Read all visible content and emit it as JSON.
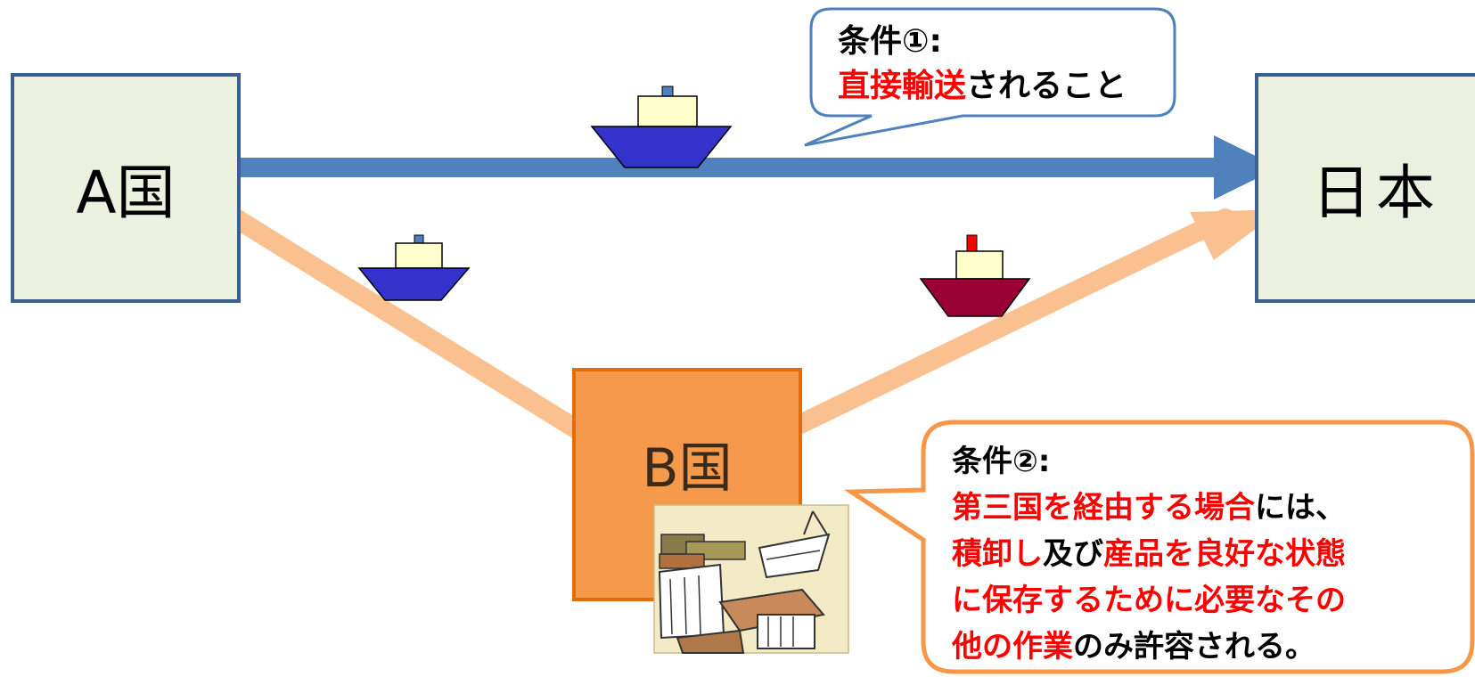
{
  "countries": {
    "a": "A国",
    "japan": "日本",
    "b": "B国"
  },
  "callout1": {
    "title": "条件①:",
    "line2_red": "直接輸送",
    "line2_black": "されること"
  },
  "callout2": {
    "title": "条件②:",
    "line1_red": "第三国を経由する場合",
    "line1_black": "には、",
    "line2_red": "積卸し",
    "line2_black": "及び",
    "line2_red_b": "産品を良好な状態",
    "line3_red": "に保存するために必要なその",
    "line4_red": "他の作業",
    "line4_black": "のみ許容される。"
  },
  "colors": {
    "direct_route": "#4f81bd",
    "transit_route": "#fac090",
    "ship_blue_hull": "#3333cc",
    "ship_red_hull": "#990033",
    "ship_cabin": "#ffffcc",
    "box_ab_fill": "#ebf0df",
    "box_b_fill": "#f59a4d",
    "box_b_border": "#e36c0a",
    "callout1_border": "#4f81bd",
    "callout2_border": "#f79646",
    "highlight_text": "#ff0000"
  },
  "icons": {
    "ships": [
      "ship-icon",
      "ship-icon",
      "ship-icon"
    ],
    "cargo": "cargo-crates-icon"
  }
}
